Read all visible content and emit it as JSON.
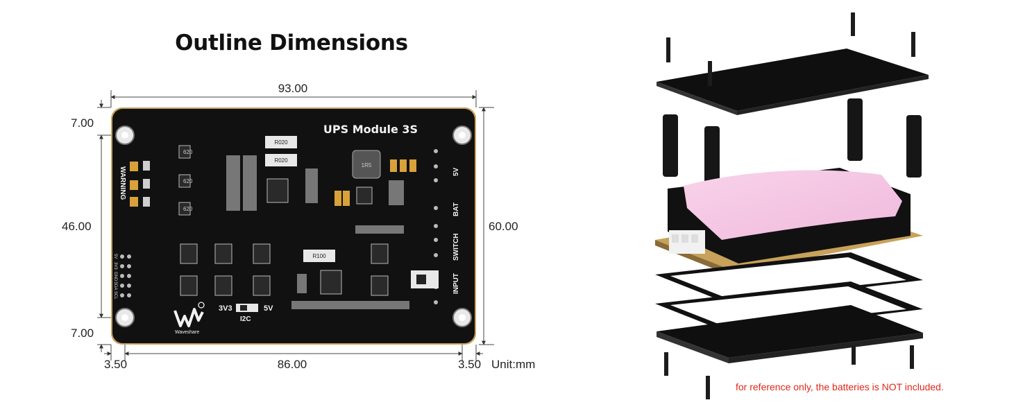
{
  "title": "Outline Dimensions",
  "dimensions": {
    "width_total": "93.00",
    "height_total": "60.00",
    "top_margin": "7.00",
    "middle_span": "46.00",
    "bottom_margin": "7.00",
    "left_offset": "3.50",
    "hole_span": "86.00",
    "right_offset": "3.50",
    "unit": "Unit:mm"
  },
  "board": {
    "name": "UPS Module 3S",
    "warning_label": "WARNING",
    "side_labels": [
      "5V",
      "BAT",
      "SWITCH",
      "INPUT"
    ],
    "i2c_left": "3V3",
    "i2c_right": "5V",
    "i2c_label": "I2C",
    "brand": "Waveshare",
    "resistor_marks": [
      "R020",
      "R020",
      "R100"
    ],
    "inductor_mark": "1R5",
    "capacitor_marks": [
      "620",
      "620",
      "620"
    ],
    "header_pins": [
      "5V",
      "3V3",
      "GND",
      "SDA",
      "SCL"
    ]
  },
  "note": "for reference only, the batteries is NOT included.",
  "colors": {
    "board": "#111111",
    "board_edge": "#c8a15a",
    "note": "#e0261a",
    "battery": "#f4c6e0"
  }
}
